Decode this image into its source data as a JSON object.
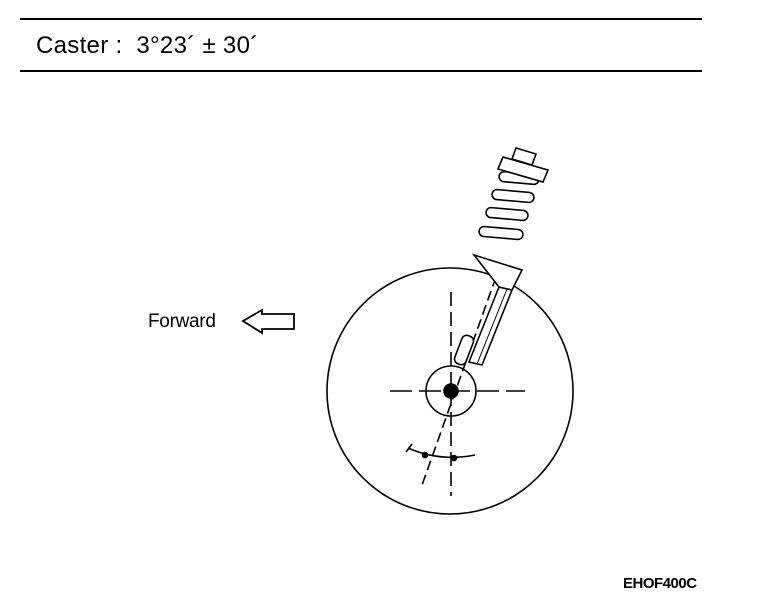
{
  "spec": {
    "label": "Caster",
    "separator": ":",
    "value": "3°23´ ± 30´"
  },
  "diagram": {
    "direction_label": "Forward",
    "direction_arrow_icon": "arrow-left-outline-icon",
    "figure_code": "EHOF400C"
  }
}
